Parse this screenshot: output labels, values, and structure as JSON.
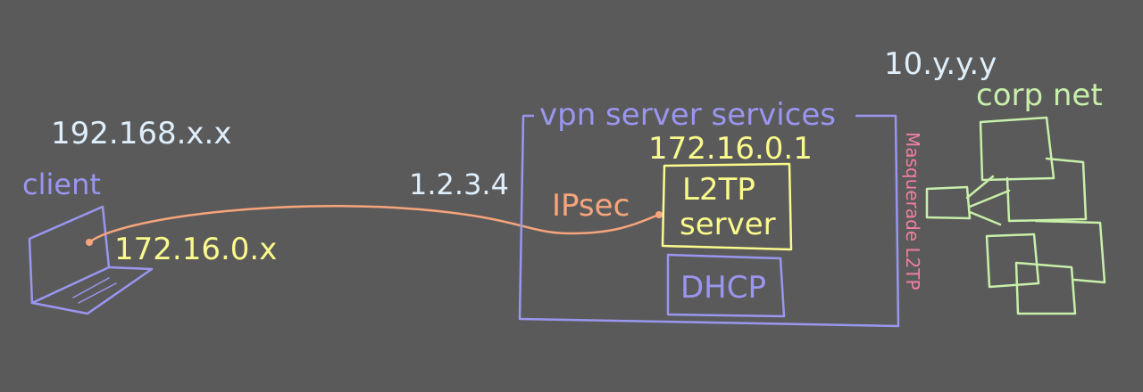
{
  "colors": {
    "background": "#5a5a5a",
    "purple": "#9a96f0",
    "yellow": "#fafa8c",
    "orange": "#f6a47c",
    "green": "#c8f0aa",
    "pink": "#f07fa0",
    "lightblue": "#dfeefb"
  },
  "client": {
    "label": "client",
    "lan_ip": "192.168.x.x",
    "vpn_ip": "172.16.0.x"
  },
  "link": {
    "public_ip": "1.2.3.4",
    "protocol": "IPsec"
  },
  "vpn_server": {
    "label": "vpn server services",
    "l2tp_ip": "172.16.0.1",
    "l2tp_line1": "L2TP",
    "l2tp_line2": "server",
    "dhcp_label": "DHCP",
    "masquerade_label": "Masquerade L2TP"
  },
  "corp": {
    "ip_range": "10.y.y.y",
    "label": "corp net"
  }
}
